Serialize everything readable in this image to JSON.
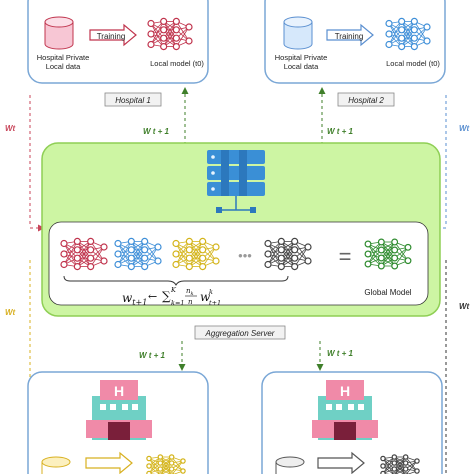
{
  "hospital1": {
    "data_label_line1": "Hospital Private",
    "data_label_line2": "Local data",
    "training_label": "Training",
    "model_label": "Local model (t0)",
    "tag": "Hospital 1"
  },
  "hospital2": {
    "data_label_line1": "Hospital Private",
    "data_label_line2": "Local data",
    "training_label": "Training",
    "model_label": "Local model (t0)",
    "tag": "Hospital 2"
  },
  "arrows": {
    "wt_left": "Wt",
    "wt_right": "Wt",
    "wt1_left": "W t + 1",
    "wt1_right": "W t + 1",
    "wt_left_lower": "Wt",
    "wt_right_lower": "Wt",
    "wt1_down_left": "W t + 1",
    "wt1_down_right": "W t + 1"
  },
  "server": {
    "ellipsis": "•••",
    "equals": "=",
    "global_model_label": "Global Model",
    "tag": "Aggregation Server"
  },
  "hospital_icon_letter": "H",
  "colors": {
    "hospital_box_stroke": "#7aa7d6",
    "server_fill": "#cdf5a3",
    "server_stroke": "#8fcf55",
    "nn_red": "#c0344d",
    "nn_blue": "#3f8fd8",
    "nn_yellow": "#d4b41a",
    "nn_dark": "#444444",
    "nn_green": "#2e8b2e",
    "arrow_green": "#3f7f2a",
    "arrow_red": "#c8455a",
    "arrow_yellow": "#d8b020",
    "arrow_blue": "#5a8fd0"
  }
}
